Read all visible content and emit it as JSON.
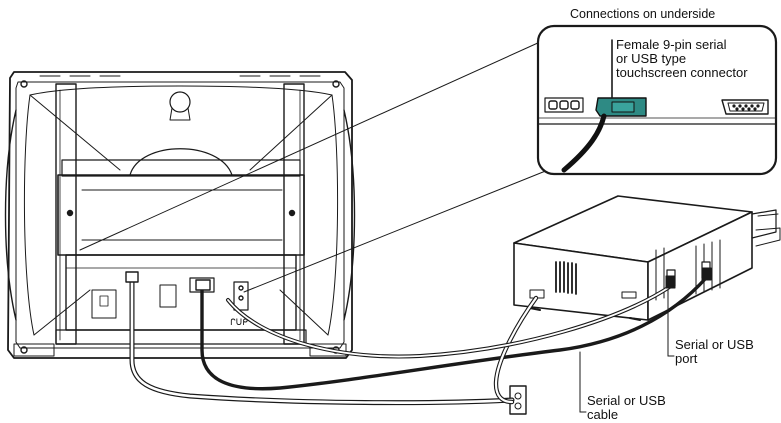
{
  "labels": {
    "underside_title": "Connections on underside",
    "connector": [
      "Female 9-pin serial",
      "or USB type",
      "touchscreen connector"
    ],
    "port": [
      "Serial or USB",
      "port"
    ],
    "cable": [
      "Serial or USB",
      "cable"
    ]
  },
  "colors": {
    "line": "#1a1a1a",
    "connector_teal": "#2e8a84",
    "background": "#ffffff"
  }
}
